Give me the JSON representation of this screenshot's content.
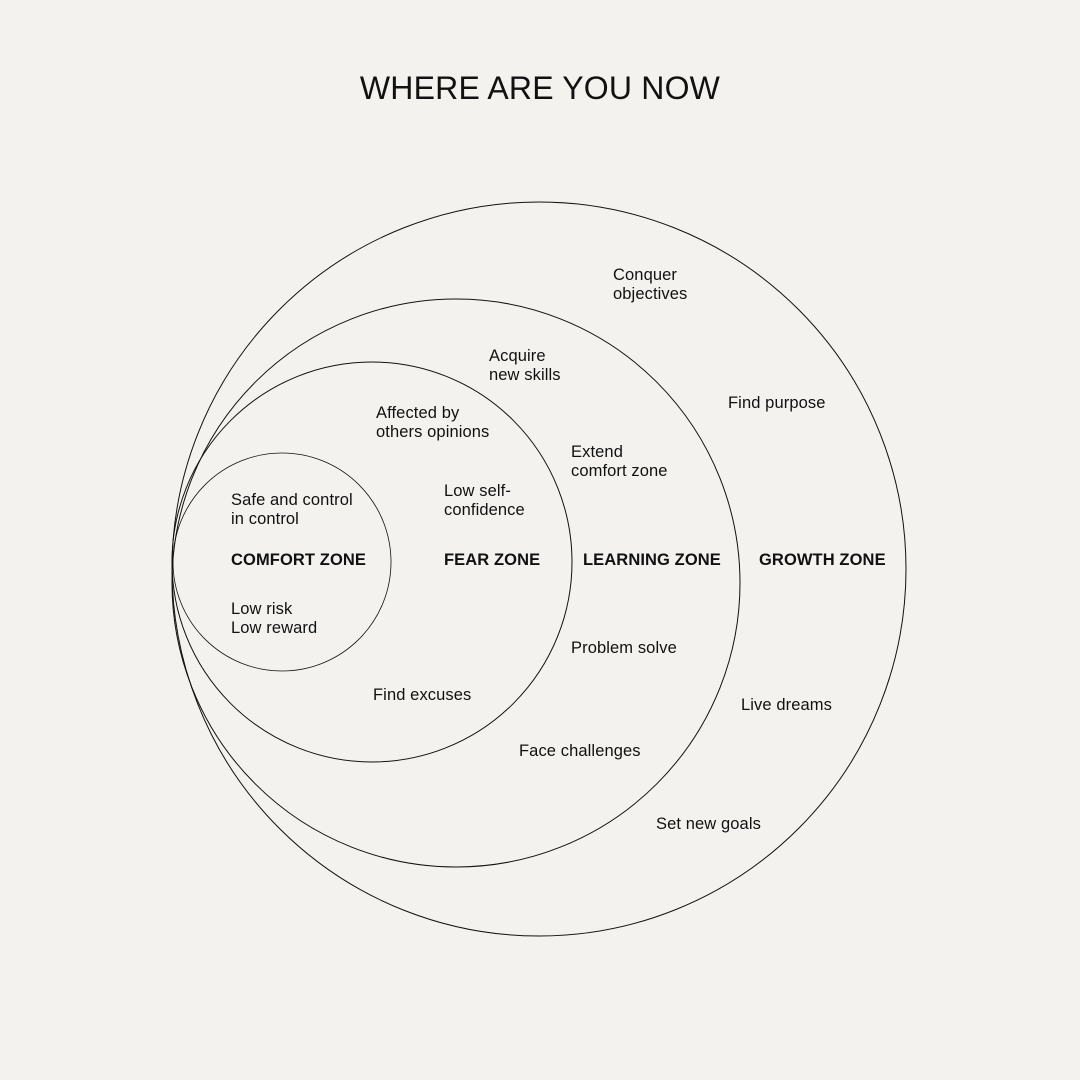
{
  "title": "WHERE ARE YOU NOW",
  "colors": {
    "background": "#f3f2ee",
    "line": "#111111"
  },
  "zones": {
    "comfort": {
      "label": "COMFORT ZONE",
      "notes": [
        "Safe and control\nin control",
        "Low risk\nLow reward"
      ]
    },
    "fear": {
      "label": "FEAR ZONE",
      "notes": [
        "Affected by\nothers opinions",
        "Low self-\nconfidence",
        "Find excuses"
      ]
    },
    "learning": {
      "label": "LEARNING ZONE",
      "notes": [
        "Acquire\nnew skills",
        "Extend\ncomfort zone",
        "Problem solve",
        "Face challenges"
      ]
    },
    "growth": {
      "label": "GROWTH ZONE",
      "notes": [
        "Conquer\nobjectives",
        "Find purpose",
        "Live dreams",
        "Set new goals"
      ]
    }
  }
}
